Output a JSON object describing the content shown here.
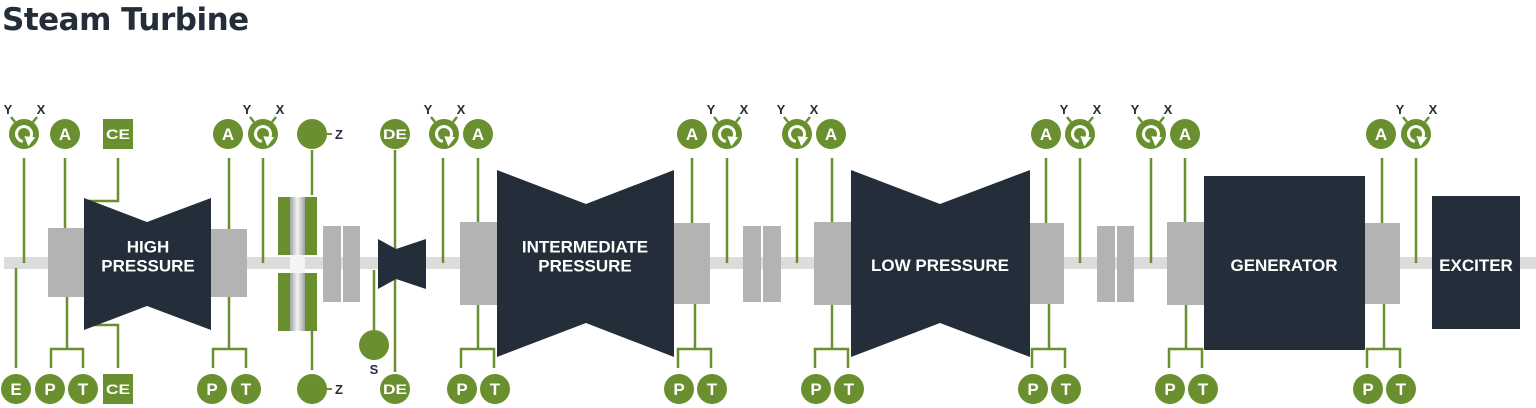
{
  "title": "Steam Turbine",
  "colors": {
    "sensor": "#6a8f2e",
    "machine": "#232e3a",
    "bearing": "#b3b3b3",
    "shaft": "#dcdcdc",
    "text_dark": "#232e3a"
  },
  "components": [
    {
      "id": "high-pressure",
      "label_lines": [
        "HIGH",
        "PRESSURE"
      ]
    },
    {
      "id": "intermediate-pressure",
      "label_lines": [
        "INTERMEDIATE",
        "PRESSURE"
      ]
    },
    {
      "id": "low-pressure",
      "label_lines": [
        "LOW PRESSURE"
      ]
    },
    {
      "id": "generator",
      "label_lines": [
        "GENERATOR"
      ]
    },
    {
      "id": "exciter",
      "label_lines": [
        "EXCITER"
      ]
    }
  ],
  "axis_labels": {
    "y": "Y",
    "x": "X",
    "z": "Z",
    "s": "S"
  },
  "sensors": {
    "top": [
      {
        "type": "radial",
        "icon": "rotation-icon",
        "label": ""
      },
      {
        "type": "axial",
        "label": "A"
      },
      {
        "type": "case-expansion",
        "label": "CE"
      },
      {
        "type": "axial",
        "label": "A"
      },
      {
        "type": "radial",
        "icon": "rotation-icon",
        "label": ""
      },
      {
        "type": "z-axis",
        "label": ""
      },
      {
        "type": "differential-expansion",
        "label": "DE"
      },
      {
        "type": "radial",
        "icon": "rotation-icon",
        "label": ""
      },
      {
        "type": "axial",
        "label": "A"
      },
      {
        "type": "axial",
        "label": "A"
      },
      {
        "type": "radial",
        "icon": "rotation-icon",
        "label": ""
      },
      {
        "type": "radial",
        "icon": "rotation-icon",
        "label": ""
      },
      {
        "type": "axial",
        "label": "A"
      },
      {
        "type": "axial",
        "label": "A"
      },
      {
        "type": "radial",
        "icon": "rotation-icon",
        "label": ""
      },
      {
        "type": "radial",
        "icon": "rotation-icon",
        "label": ""
      },
      {
        "type": "axial",
        "label": "A"
      },
      {
        "type": "axial",
        "label": "A"
      },
      {
        "type": "radial",
        "icon": "rotation-icon",
        "label": ""
      }
    ],
    "bottom": [
      {
        "type": "eccentricity",
        "label": "E"
      },
      {
        "type": "pressure",
        "label": "P"
      },
      {
        "type": "temperature",
        "label": "T"
      },
      {
        "type": "case-expansion",
        "label": "CE"
      },
      {
        "type": "pressure",
        "label": "P"
      },
      {
        "type": "temperature",
        "label": "T"
      },
      {
        "type": "z-axis",
        "label": ""
      },
      {
        "type": "speed",
        "label": ""
      },
      {
        "type": "differential-expansion",
        "label": "DE"
      },
      {
        "type": "pressure",
        "label": "P"
      },
      {
        "type": "temperature",
        "label": "T"
      },
      {
        "type": "pressure",
        "label": "P"
      },
      {
        "type": "temperature",
        "label": "T"
      },
      {
        "type": "pressure",
        "label": "P"
      },
      {
        "type": "temperature",
        "label": "T"
      },
      {
        "type": "pressure",
        "label": "P"
      },
      {
        "type": "temperature",
        "label": "T"
      },
      {
        "type": "pressure",
        "label": "P"
      },
      {
        "type": "temperature",
        "label": "T"
      },
      {
        "type": "pressure",
        "label": "P"
      },
      {
        "type": "temperature",
        "label": "T"
      }
    ]
  }
}
